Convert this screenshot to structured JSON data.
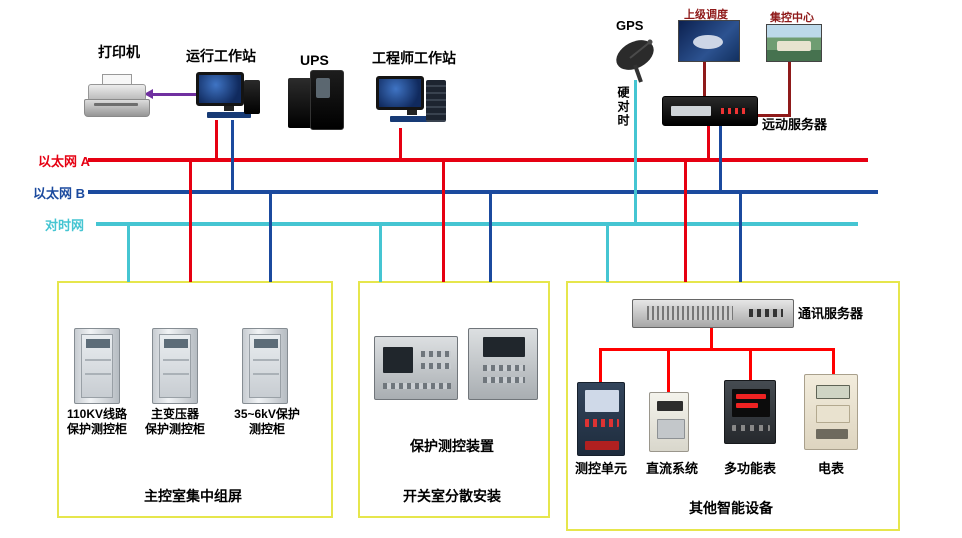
{
  "top": {
    "printer": "打印机",
    "op_ws": "运行工作站",
    "ups": "UPS",
    "eng_ws": "工程师工作站",
    "gps": "GPS",
    "dispatch": "上级调度",
    "control_center": "集控中心",
    "rtu_server": "远动服务器",
    "hard_time": "硬对时"
  },
  "buses": {
    "eth_a": "以太网 A",
    "eth_b": "以太网 B",
    "time_net": "对时网"
  },
  "box1": {
    "title": "主控室集中组屏",
    "cab1_line1": "110KV线路",
    "cab1_line2": "保护测控柜",
    "cab2_line1": "主变压器",
    "cab2_line2": "保护测控柜",
    "cab3_line1": "35~6kV保护",
    "cab3_line2": "测控柜"
  },
  "box2": {
    "title": "开关室分散安装",
    "device": "保护测控装置"
  },
  "box3": {
    "title": "其他智能设备",
    "server": "通讯服务器",
    "d1": "测控单元",
    "d2": "直流系统",
    "d3": "多功能表",
    "d4": "电表"
  },
  "colors": {
    "eth_a": "#e60012",
    "eth_b": "#1b4a9e",
    "time_net": "#45c5d2",
    "link_dispatch": "#8f1a1a",
    "link_printer": "#7030a0",
    "panel_border": "#e6e64c"
  }
}
